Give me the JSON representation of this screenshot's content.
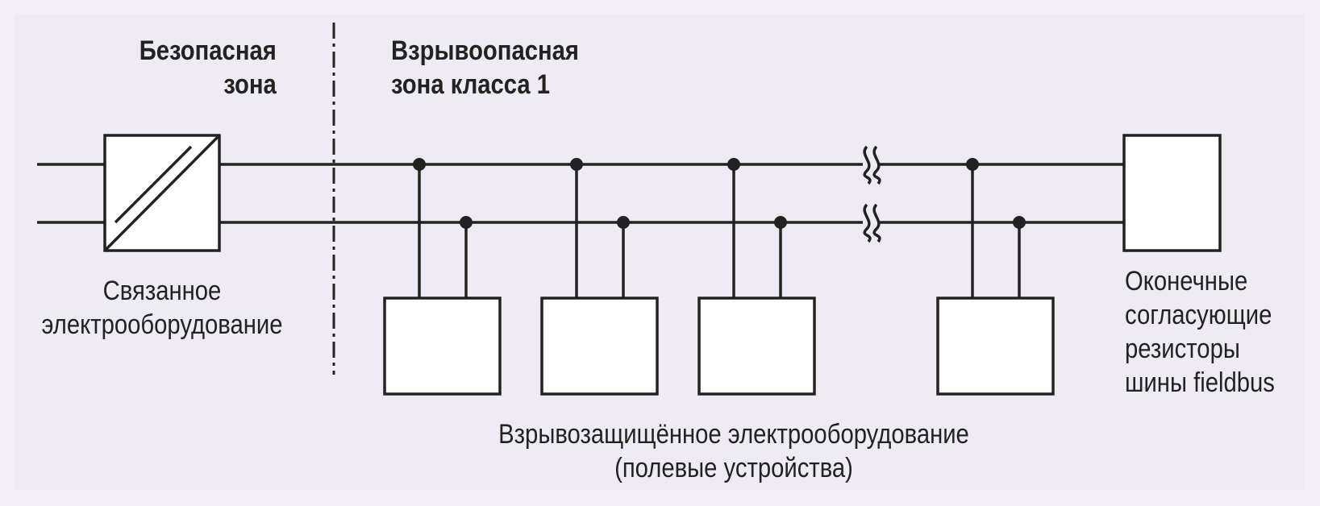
{
  "zones": {
    "safe": [
      "Безопасная",
      "зона"
    ],
    "hazardous": [
      "Взрывоопасная",
      "зона класса 1"
    ]
  },
  "labels": {
    "associated": [
      "Связанное",
      "электрооборудование"
    ],
    "terminator": [
      "Оконечные",
      "согласующие",
      "резисторы",
      "шины fieldbus"
    ],
    "field_devices": [
      "Взрывозащищённое электрооборудование",
      "(полевые устройства)"
    ]
  },
  "colors": {
    "background": "#efebf5",
    "line": "#222222",
    "box_fill": "#ffffff"
  }
}
